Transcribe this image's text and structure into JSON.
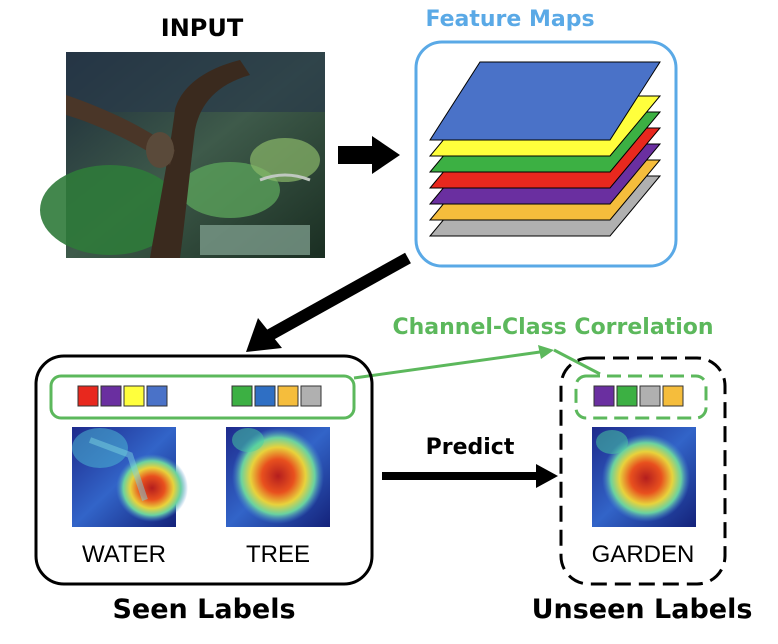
{
  "input_title": "INPUT",
  "feature_maps_title": "Feature Maps",
  "correlation_label": "Channel-Class Correlation",
  "predict_label": "Predict",
  "seen_labels_title": "Seen Labels",
  "unseen_labels_title": "Unseen Labels",
  "classes": {
    "water": "WATER",
    "tree": "TREE",
    "garden": "GARDEN"
  },
  "colors": {
    "accent_blue": "#5aa9e6",
    "accent_green": "#5cb85c",
    "arrow": "#000000",
    "map_gray": "#b0b0b0",
    "map_orange": "#f5bd3c",
    "map_purple": "#6a2fa0",
    "map_red": "#e8281e",
    "map_green": "#3cb043",
    "map_yellow": "#ffff3c",
    "map_blue": "#4a72c8"
  },
  "channel_swatches": {
    "water": [
      "#e8281e",
      "#6a2fa0",
      "#ffff3c",
      "#4a72c8"
    ],
    "tree": [
      "#3cb043",
      "#2f6fc4",
      "#f5bd3c",
      "#b0b0b0"
    ],
    "garden": [
      "#6a2fa0",
      "#3cb043",
      "#b0b0b0",
      "#f5bd3c"
    ]
  }
}
